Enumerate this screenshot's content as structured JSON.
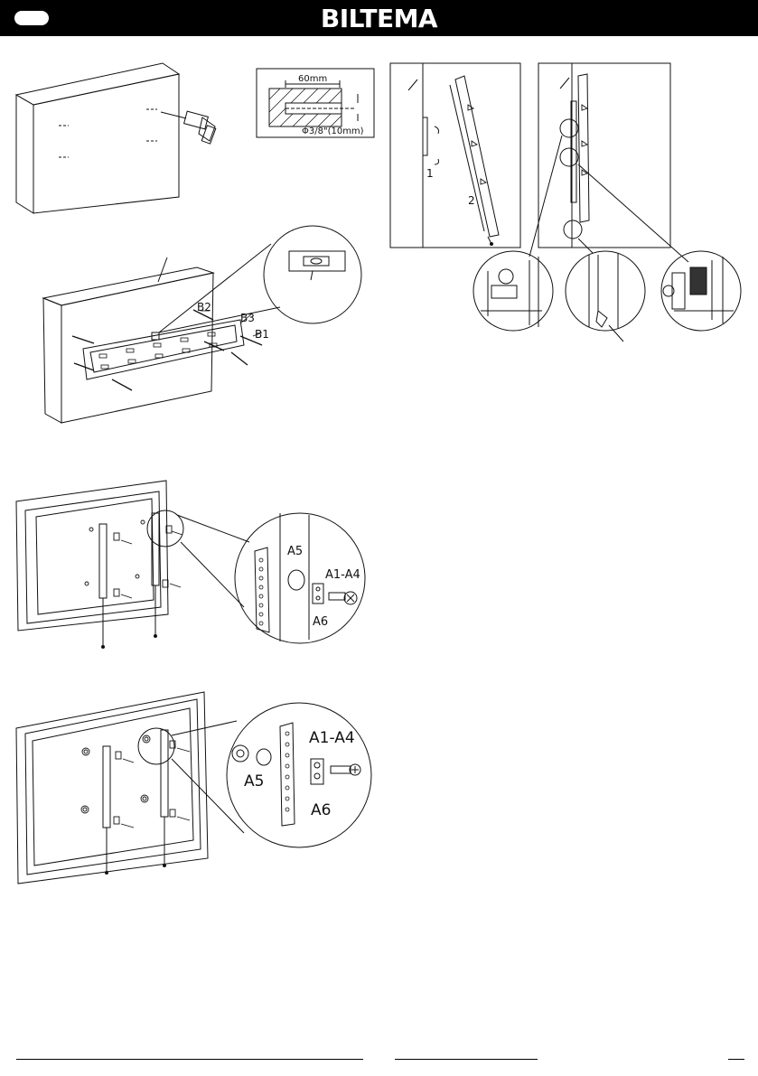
{
  "header": {
    "brand": "BILTEMA",
    "lang_badge": ""
  },
  "fig1": {
    "detail_width": "60mm",
    "detail_drill": "Φ3/8\"(10mm)"
  },
  "fig2": {
    "labels": [
      "B2",
      "B3",
      "B1"
    ]
  },
  "fig3": {
    "labels": [
      "A5",
      "A1-A4",
      "A6"
    ]
  },
  "fig4": {
    "labels": [
      "A1-A4",
      "A5",
      "A6"
    ]
  },
  "side": {
    "step1": "1",
    "step2": "2"
  }
}
